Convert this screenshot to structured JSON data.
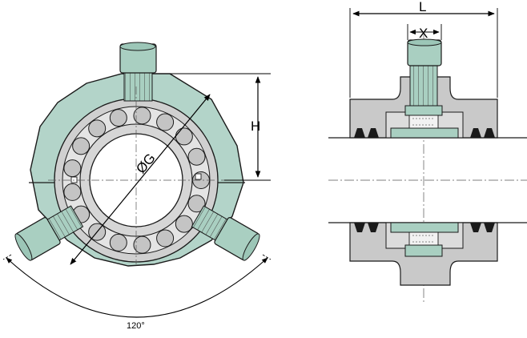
{
  "labels": {
    "G": "ØG",
    "H": "H",
    "L": "L",
    "X": "X",
    "angle": "120°"
  },
  "colors": {
    "housing_green": "#b3d4c9",
    "bolt_green": "#a9cfc1",
    "bearing_gray": "#cccccc",
    "section_gray": "#c9c9c9",
    "outline": "#1a1a1a"
  },
  "icons": [
    "bearing-roller-icon",
    "bolt-icon",
    "dimension-arrow-icon",
    "seal-icon"
  ]
}
